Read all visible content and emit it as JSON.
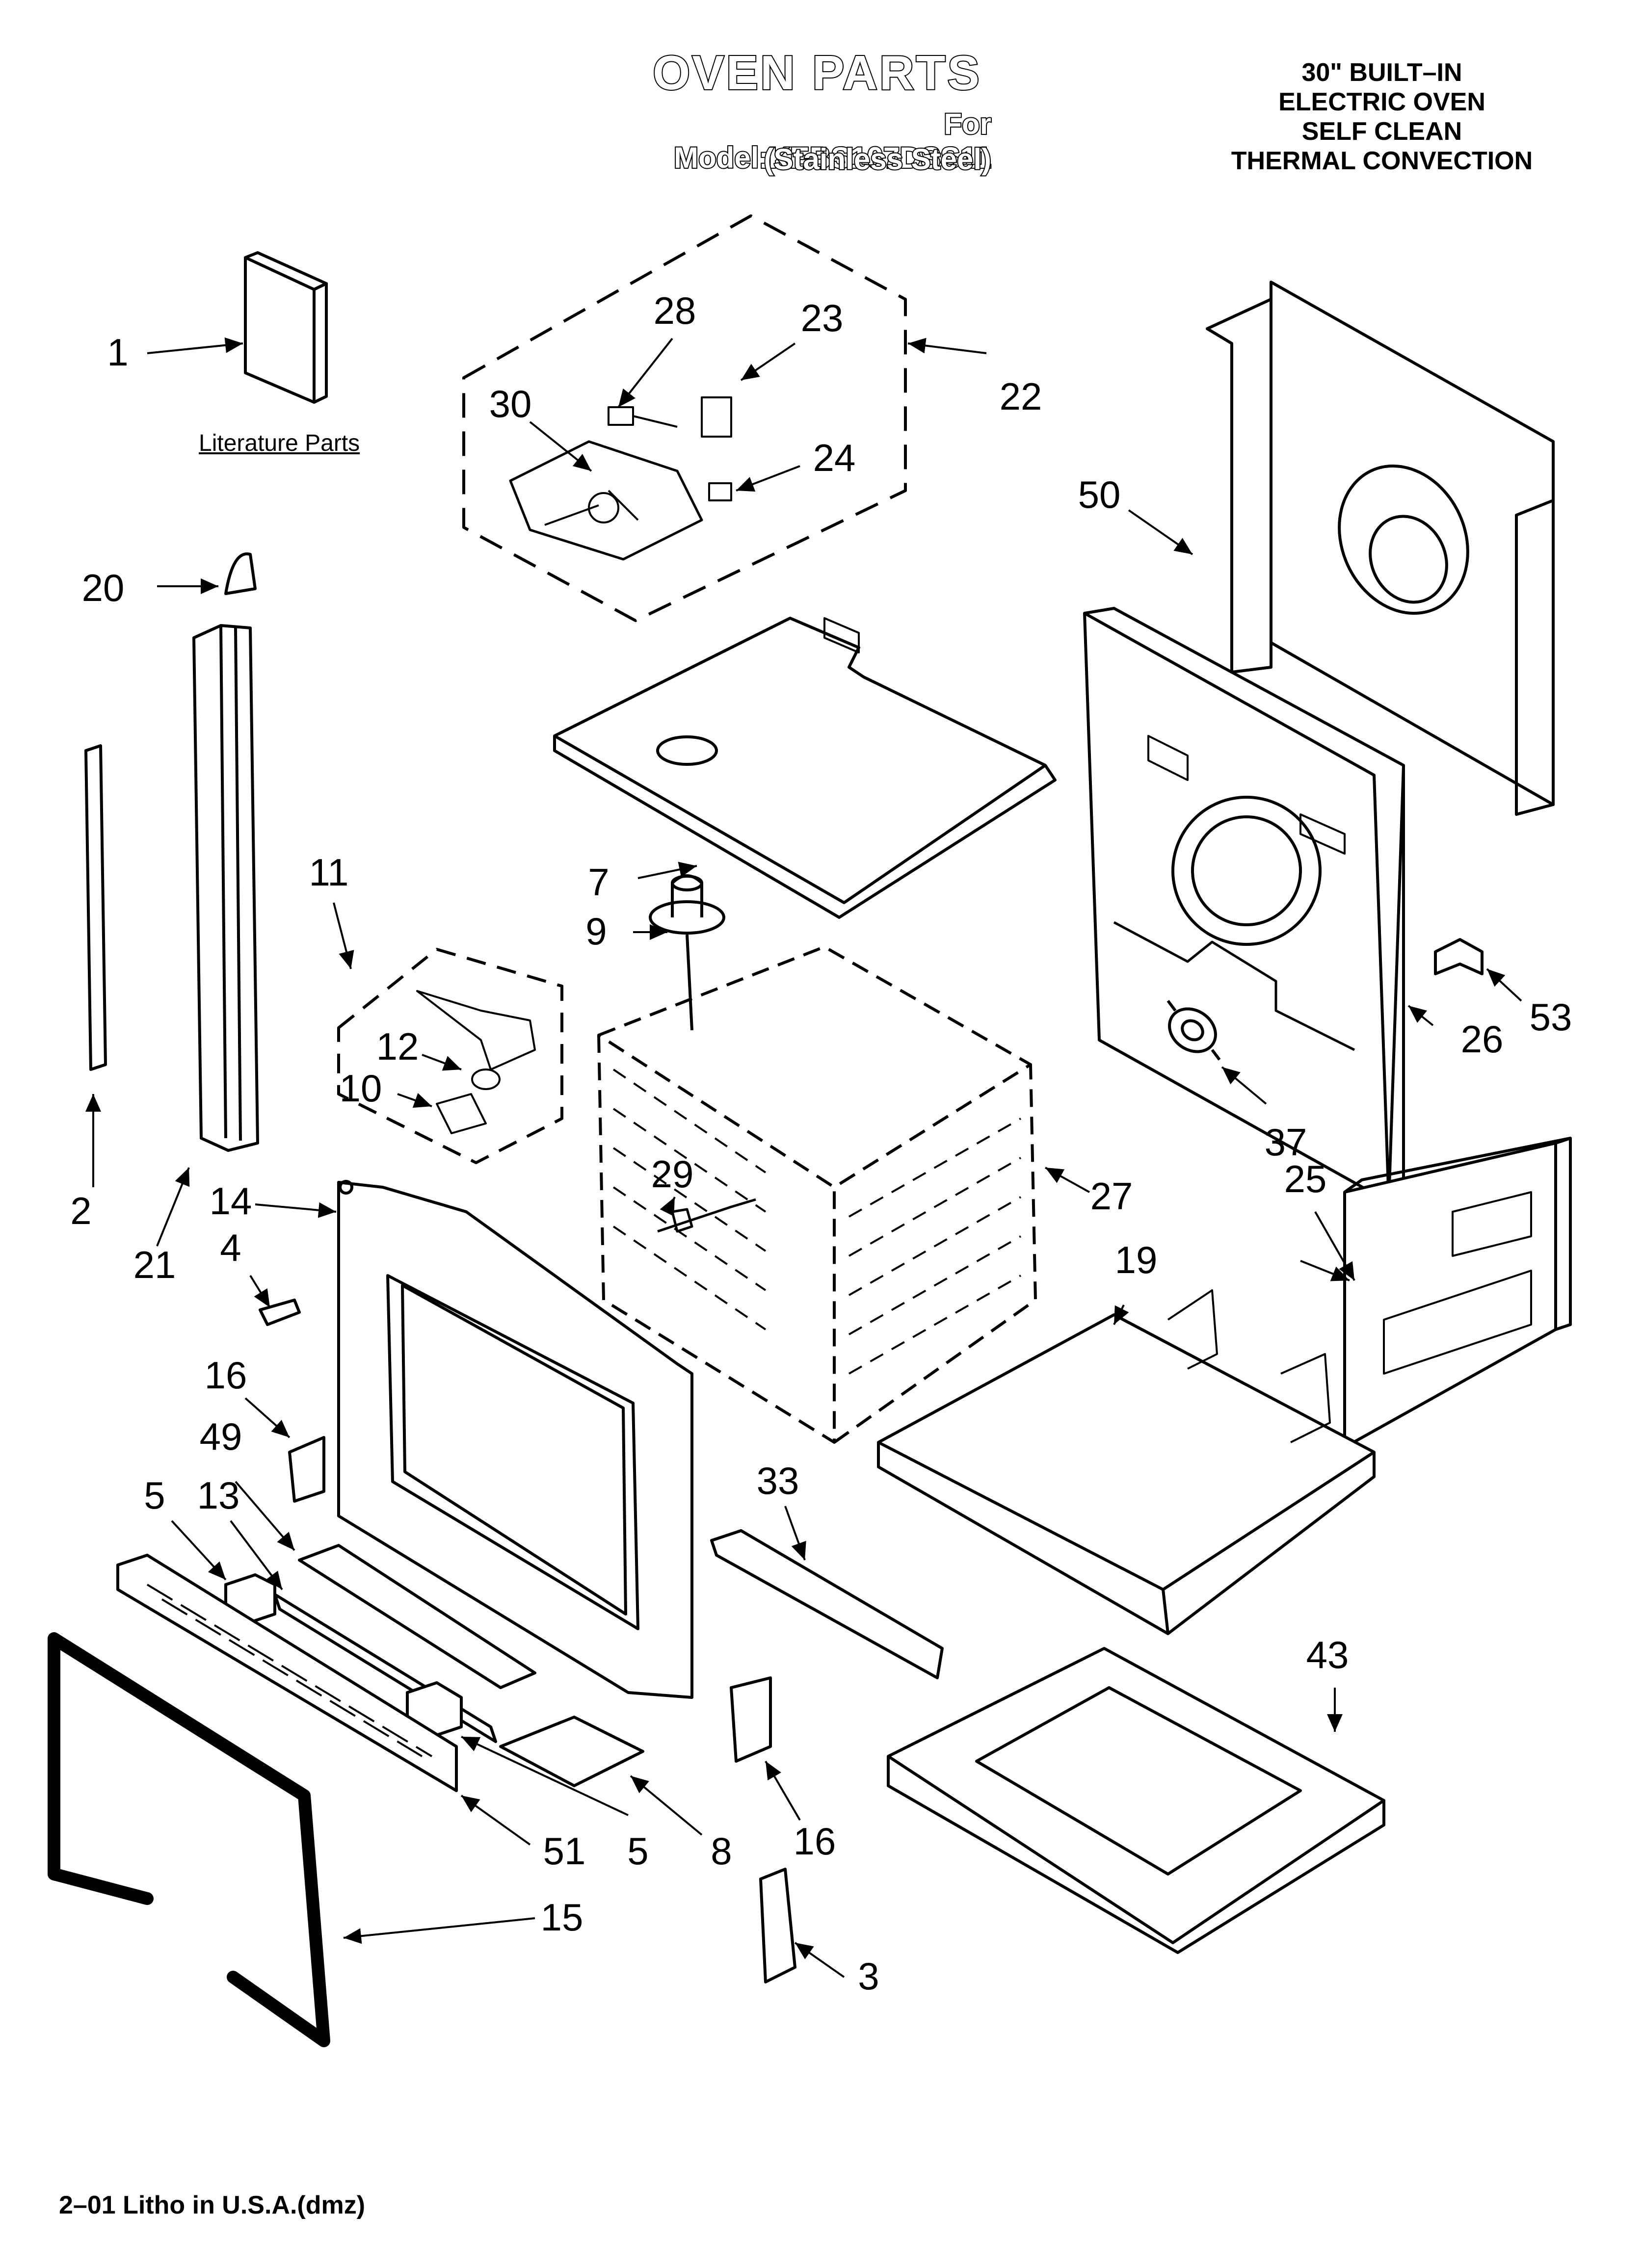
{
  "header": {
    "title": "OVEN PARTS",
    "model_line": "For Model:KEBS107DSS11",
    "finish_line": "(Stainless Steel)"
  },
  "spec": [
    "30\" BUILT–IN",
    "ELECTRIC OVEN",
    "SELF CLEAN",
    "THERMAL CONVECTION"
  ],
  "literature_label": "Literature Parts",
  "footer": "2–01 Litho in U.S.A.(dmz)",
  "callouts": [
    "1",
    "28",
    "23",
    "22",
    "30",
    "24",
    "50",
    "20",
    "7",
    "9",
    "11",
    "12",
    "10",
    "53",
    "26",
    "2",
    "21",
    "29",
    "27",
    "14",
    "4",
    "37",
    "25",
    "19",
    "16",
    "49",
    "5",
    "13",
    "33",
    "43",
    "51",
    "5",
    "8",
    "16",
    "15",
    "3"
  ]
}
